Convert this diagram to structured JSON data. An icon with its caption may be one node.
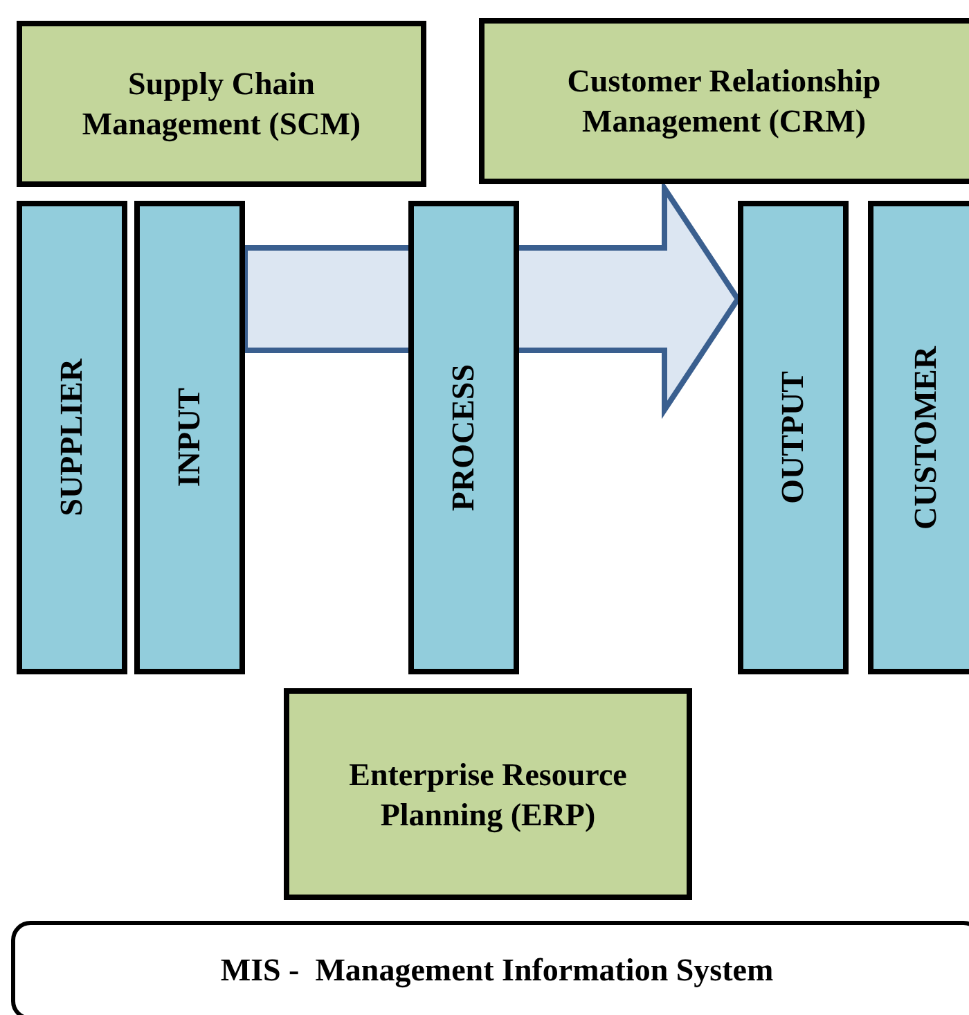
{
  "diagram": {
    "nodes": [
      {
        "text": [
          "Supply Chain Management (SCM)"
        ]
      },
      {
        "text": [
          "Customer Relationship Management (CRM)"
        ]
      },
      {
        "text": [
          "SUPPLIER"
        ]
      },
      {
        "text": [
          "INPUT"
        ]
      },
      {
        "text": [
          "PROCESS"
        ]
      },
      {
        "text": [
          "OUTPUT"
        ]
      },
      {
        "text": [
          "CUSTOMER"
        ]
      },
      {
        "text": [
          "Enterprise Resource Planning (ERP)"
        ]
      },
      {
        "text": [
          "MIS -  Management Information System"
        ]
      }
    ],
    "edges": [
      {
        "from": 3,
        "to": 5,
        "arrow": "to",
        "style": "thick"
      }
    ]
  }
}
